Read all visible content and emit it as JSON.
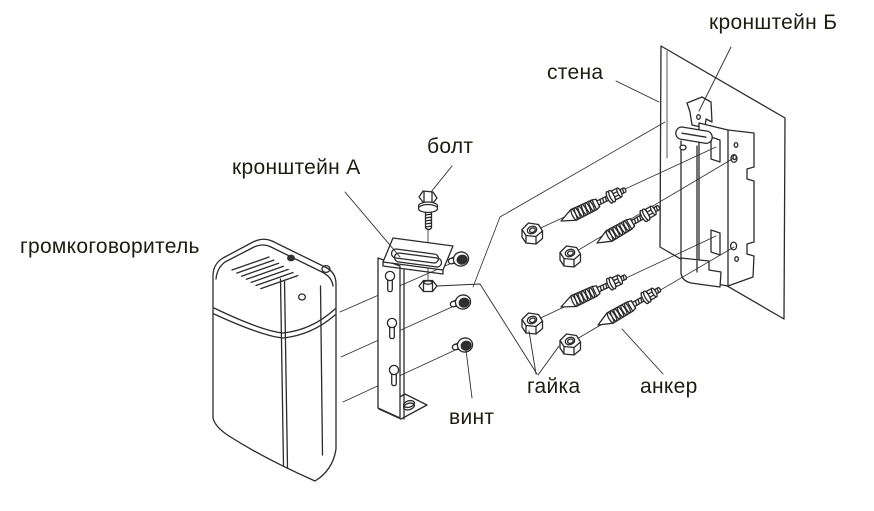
{
  "diagram": {
    "labels": {
      "loudspeaker": "громкоговоритель",
      "bracket_a": "кронштейн А",
      "bolt": "болт",
      "wall": "стена",
      "bracket_b": "кронштейн Б",
      "nut": "гайка",
      "anchor": "анкер",
      "screw": "винт"
    },
    "colors": {
      "line": "#2b2b2b",
      "text": "#1e1b12",
      "background": "#ffffff"
    }
  }
}
